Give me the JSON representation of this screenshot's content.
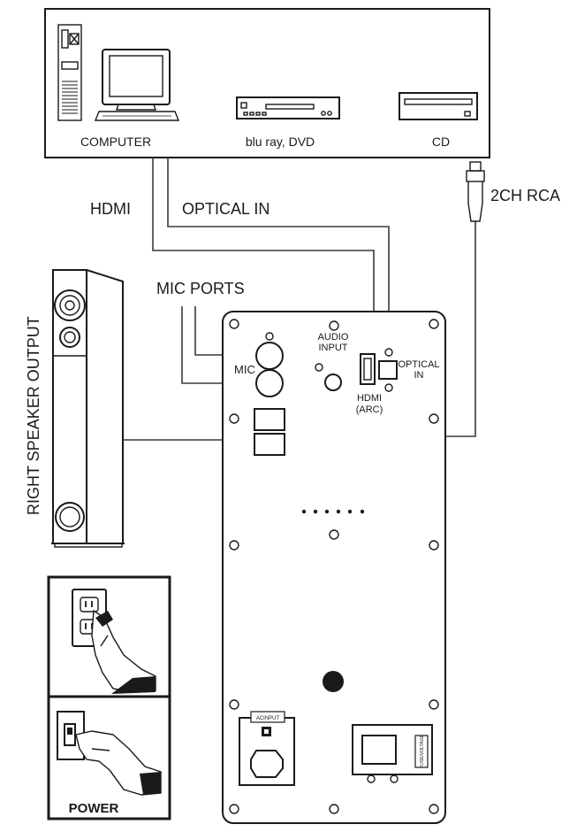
{
  "sources": {
    "computer_label": "COMPUTER",
    "bluray_label": "blu ray, DVD",
    "cd_label": "CD"
  },
  "connections": {
    "hdmi_label": "HDMI",
    "optical_label": "OPTICAL IN",
    "rca_label": "2CH RCA",
    "mic_ports_label": "MIC PORTS",
    "right_speaker_label": "RIGHT SPEAKER OUTPUT"
  },
  "panel": {
    "mic_label": "MIC",
    "audio_input_line1": "AUDIO",
    "audio_input_line2": "INPUT",
    "optical_line1": "OPTICAL",
    "optical_line2": "IN",
    "hdmi_line1": "HDMI",
    "hdmi_line2": "(ARC)",
    "ac_input_label": "ACINPUT",
    "side_tag_label": "FUSE/VOLTAGE"
  },
  "power": {
    "label": "POWER"
  }
}
